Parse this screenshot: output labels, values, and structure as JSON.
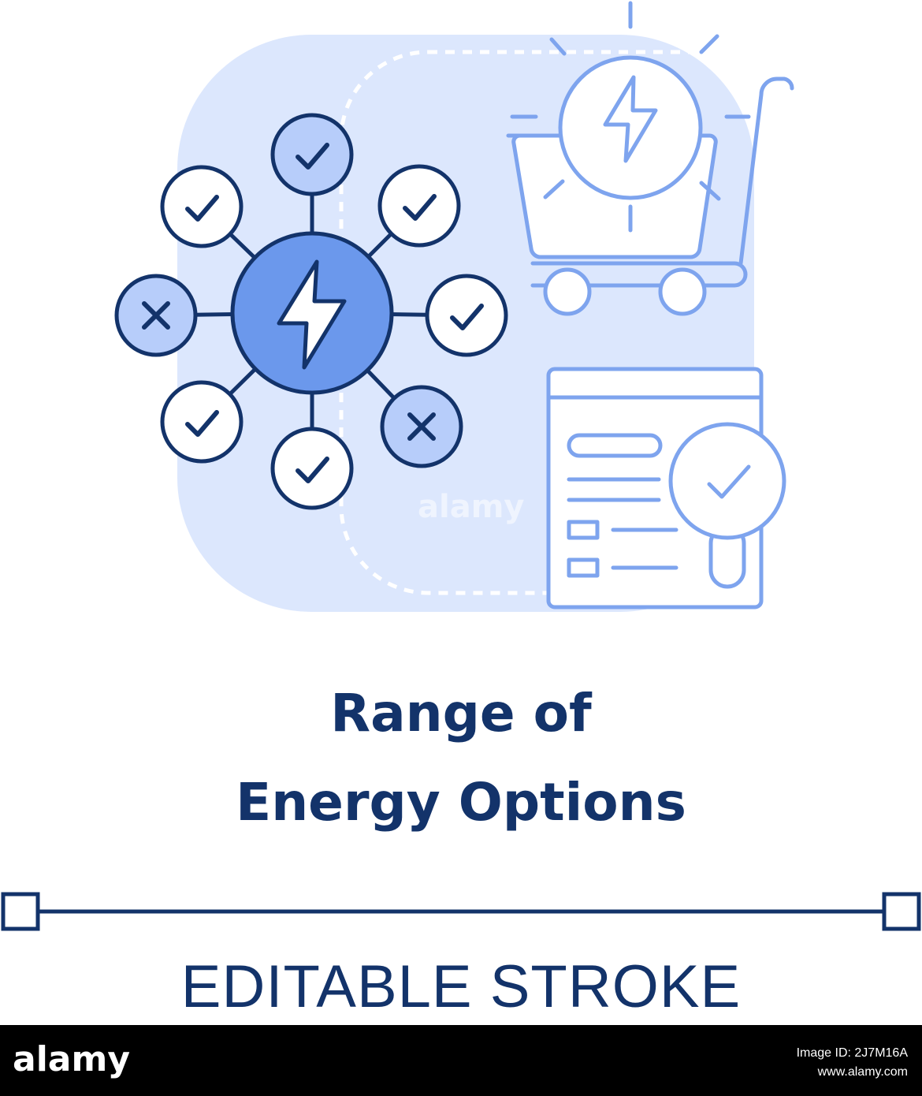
{
  "title": {
    "line1": "Range of",
    "line2": "Energy Options"
  },
  "editable_label": "EDITABLE STROKE",
  "watermark": "alamy",
  "footer": {
    "logo": "alamy",
    "image_id_label": "Image ID: 2J7M16A",
    "url": "www.alamy.com"
  },
  "colors": {
    "dark_navy": "#13336a",
    "mid_blue": "#6b98ec",
    "pale_blue_fill": "#b7cdfa",
    "light_icon_stroke": "#7ea4ee",
    "background_panel": "#dce7fd"
  },
  "icons": {
    "network": "energy-network-icon",
    "options": [
      "check-icon",
      "check-icon",
      "check-icon",
      "check-icon",
      "check-icon",
      "check-icon",
      "close-icon",
      "close-icon"
    ],
    "cart": "shopping-cart-icon",
    "document": "document-search-icon"
  }
}
